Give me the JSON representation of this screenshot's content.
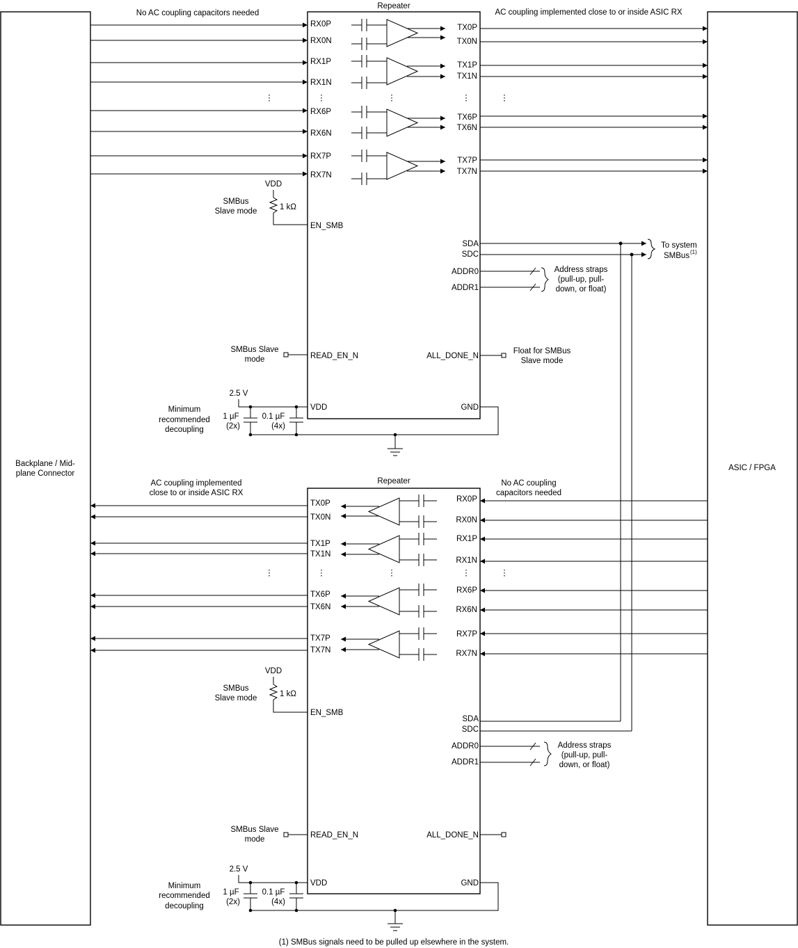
{
  "connector_label": [
    "Backplane / Mid-",
    "plane Connector"
  ],
  "asic_label": "ASIC / FPGA",
  "top": {
    "title": "Repeater",
    "left_note": "No AC coupling capacitors needed",
    "right_note": "AC coupling implemented close to or inside ASIC RX",
    "rx": [
      "RX0P",
      "RX0N",
      "RX1P",
      "RX1N",
      "RX6P",
      "RX6N",
      "RX7P",
      "RX7N"
    ],
    "tx": [
      "TX0P",
      "TX0N",
      "TX1P",
      "TX1N",
      "TX6P",
      "TX6N",
      "TX7P",
      "TX7N"
    ],
    "vdd_pull": "VDD",
    "resistor": "1 kΩ",
    "smbus_mode": [
      "SMBus",
      "Slave mode"
    ],
    "en_smb": "EN_SMB",
    "sda": "SDA",
    "sdc": "SDC",
    "to_system": [
      "To system",
      "SMBus"
    ],
    "footnote_mark": "(1)",
    "addr0": "ADDR0",
    "addr1": "ADDR1",
    "addr_note": [
      "Address straps",
      "(pull-up, pull-",
      "down, or float)"
    ],
    "read_en_note": [
      "SMBus Slave",
      "mode"
    ],
    "read_en": "READ_EN_N",
    "all_done": "ALL_DONE_N",
    "all_done_note": [
      "Float for SMBus",
      "Slave mode"
    ],
    "supply": "2.5 V",
    "vdd": "VDD",
    "gnd": "GND",
    "decoupling": [
      "Minimum",
      "recommended",
      "decoupling"
    ],
    "cap1": [
      "1 µF",
      "(2x)"
    ],
    "cap2": [
      "0.1 µF",
      "(4x)"
    ]
  },
  "bottom": {
    "title": "Repeater",
    "left_note": [
      "AC coupling implemented",
      "close to or inside ASIC RX"
    ],
    "right_note": [
      "No AC coupling",
      "capacitors needed"
    ],
    "tx": [
      "TX0P",
      "TX0N",
      "TX1P",
      "TX1N",
      "TX6P",
      "TX6N",
      "TX7P",
      "TX7N"
    ],
    "rx": [
      "RX0P",
      "RX0N",
      "RX1P",
      "RX1N",
      "RX6P",
      "RX6N",
      "RX7P",
      "RX7N"
    ],
    "vdd_pull": "VDD",
    "resistor": "1 kΩ",
    "smbus_mode": [
      "SMBus",
      "Slave mode"
    ],
    "en_smb": "EN_SMB",
    "sda": "SDA",
    "sdc": "SDC",
    "addr0": "ADDR0",
    "addr1": "ADDR1",
    "addr_note": [
      "Address straps",
      "(pull-up, pull-",
      "down, or float)"
    ],
    "read_en_note": [
      "SMBus Slave",
      "mode"
    ],
    "read_en": "READ_EN_N",
    "all_done": "ALL_DONE_N",
    "supply": "2.5 V",
    "vdd": "VDD",
    "gnd": "GND",
    "decoupling": [
      "Minimum",
      "recommended",
      "decoupling"
    ],
    "cap1": [
      "1 µF",
      "(2x)"
    ],
    "cap2": [
      "0.1 µF",
      "(4x)"
    ]
  },
  "ellipsis": "⋮",
  "footnote": "(1) SMBus signals need to be pulled up elsewhere in the system."
}
